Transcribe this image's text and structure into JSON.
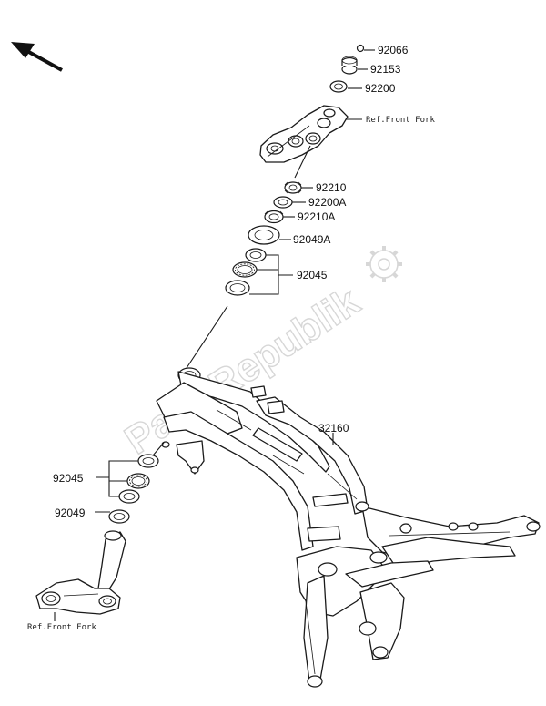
{
  "labels": {
    "p92066": "92066",
    "p92153": "92153",
    "p92200": "92200",
    "ref_top": "Ref.Front Fork",
    "p92210": "92210",
    "p92200A": "92200A",
    "p92210A": "92210A",
    "p92049A": "92049A",
    "p92045_top": "92045",
    "p32160": "32160",
    "p92045_left": "92045",
    "p92049": "92049",
    "ref_bottom": "Ref.Front Fork"
  },
  "watermark": {
    "text": "PartsRepublik"
  },
  "icons": {
    "front_arrow": "direction-arrow-icon",
    "watermark_gear": "gear-icon"
  }
}
